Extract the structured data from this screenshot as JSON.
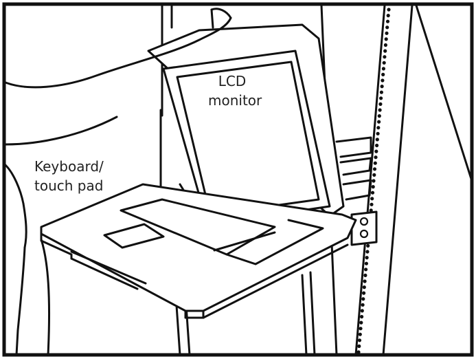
{
  "labels": {
    "lcd_monitor": [
      "LCD",
      "monitor"
    ],
    "keyboard_touchpad": [
      "Keyboard/",
      "touch pad"
    ]
  },
  "colors": {
    "stroke": "#111111",
    "background": "#ffffff",
    "text": "#222222"
  }
}
